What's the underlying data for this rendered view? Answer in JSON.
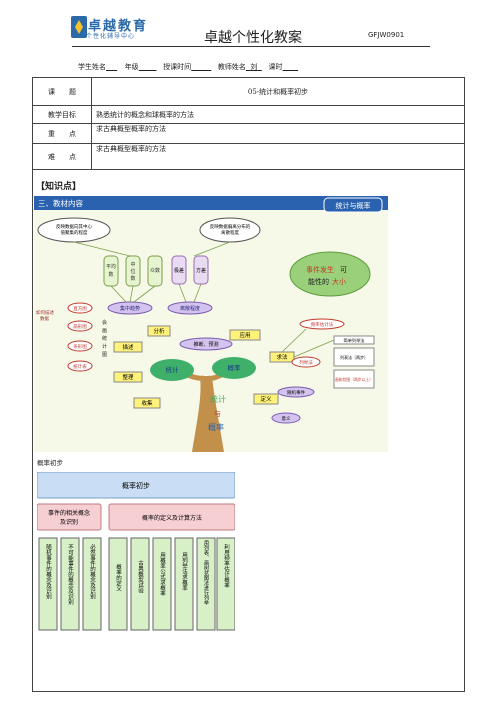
{
  "header": {
    "logo_text": "卓越教育",
    "logo_sub": "个性化辅导中心",
    "title": "卓越个性化教案",
    "code": "GFJW0901"
  },
  "info_line": {
    "student_label": "学生姓名",
    "grade_label": "年级",
    "time_label": "授课时间",
    "teacher_label": "教师姓名",
    "teacher_value": "刘",
    "hours_label": "课时"
  },
  "table": {
    "rows": [
      {
        "label": "课　　题",
        "value": "05-统计和概率初步"
      },
      {
        "label": "教学目标",
        "value": "熟悉统计的概念和球概率的方法"
      },
      {
        "label": "重　　点",
        "value": "求古典概型概率的方法"
      },
      {
        "label": "难　　点",
        "value": "求古典概型概率的方法"
      }
    ]
  },
  "section_title": "【知识点】",
  "mindmap": {
    "section_heading": "三、教材内容",
    "badge": "统计与概率",
    "cloud_left": "反映数据向其中心值聚集的程度",
    "cloud_right": "反映数据偏离分布的离散程度",
    "tall_boxes": [
      "平均数",
      "中位数",
      "众数",
      "极差",
      "方差"
    ],
    "oval_center_left": "集中趋势",
    "oval_center_right": "离散程度",
    "side_note": "如何描述数据",
    "chart_types": [
      "直方图",
      "扇形图",
      "条形图",
      "统计表"
    ],
    "vertical_text": "会画统计图",
    "boxes_left": [
      "分析",
      "描述",
      "整理",
      "收集"
    ],
    "oval_predict": "推断、预测",
    "box_apply": "应用",
    "box_find": "求法",
    "box_define": "定义",
    "probability_items": [
      "频率估计法",
      "列举法",
      "随机事件",
      "意义"
    ],
    "list_method_items": [
      "简单列举法",
      "列表法（两步）",
      "画树状图（两步以上）"
    ],
    "statistics": "统计",
    "probability": "概率",
    "trunk_label_1": "统计",
    "trunk_label_2": "与",
    "trunk_label_3": "概率",
    "bubble_line_1": "事件发生",
    "bubble_line_1_tail": "可",
    "bubble_line_2": "能性的",
    "bubble_line_2_tail": "大小"
  },
  "caption": "概率初步",
  "tree": {
    "root": "概率初步",
    "level2": [
      "事件的相关概念及识别",
      "概率的定义及计算方法"
    ],
    "leaves": [
      "随机事件的概念及识别",
      "不可能事件的概念及识别",
      "必然事件的概念及识别",
      "概率的定义",
      "古典概型试验",
      "用概率公式求概率",
      "用列举法求概率",
      "用列表、画树状图法进行列举",
      "利用频率估计概率"
    ]
  }
}
